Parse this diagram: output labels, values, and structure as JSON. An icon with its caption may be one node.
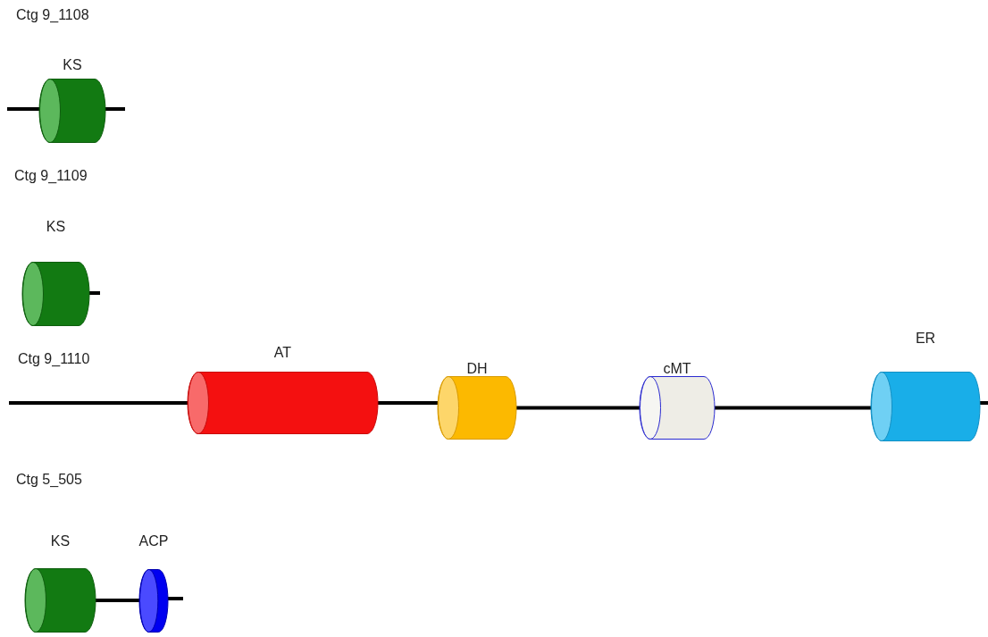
{
  "diagram": {
    "nodes": [
      {
        "text": [
          "KS"
        ]
      },
      {
        "text": [
          "KS"
        ]
      },
      {
        "text": [
          "AT"
        ]
      },
      {
        "text": [
          "DH"
        ]
      },
      {
        "text": [
          "cMT"
        ]
      },
      {
        "text": [
          "ER"
        ]
      },
      {
        "text": [
          "KS"
        ]
      },
      {
        "text": [
          "ACP"
        ]
      }
    ],
    "edges": [
      {
        "from": 2,
        "to": 3,
        "arrow": "none"
      },
      {
        "from": 3,
        "to": 4,
        "arrow": "none"
      },
      {
        "from": 4,
        "to": 5,
        "arrow": "none"
      },
      {
        "from": 6,
        "to": 7,
        "arrow": "none"
      }
    ],
    "labels": [
      "Ctg 9_1108",
      "Ctg 9_1109",
      "Ctg 9_1110",
      "Ctg 5_505"
    ]
  }
}
